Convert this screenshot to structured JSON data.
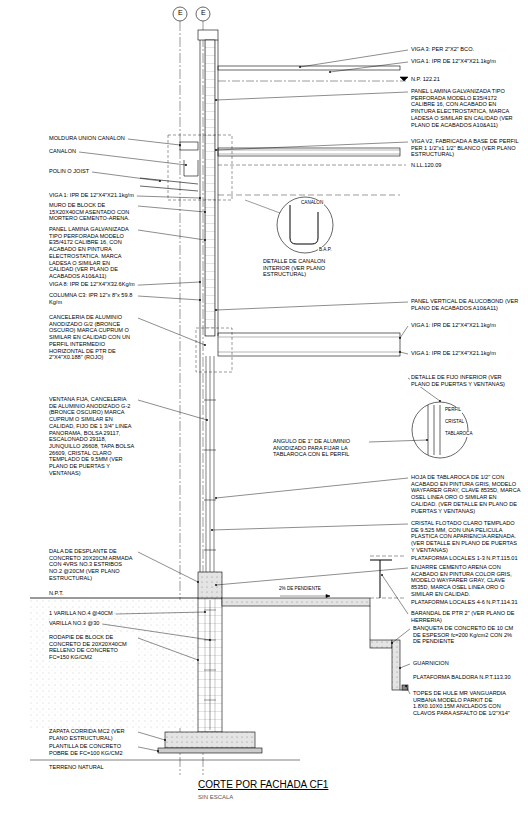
{
  "diagram": {
    "title": "CORTE POR FACHADA CF1",
    "caption": "SIN ESCALA",
    "labels": [
      "E",
      "E",
      "VIGA 3: PER 2\"X2\" BCO.",
      "VIGA 1: IPR DE 12\"X4\"X21.1kg/m",
      "N.P. 122.21",
      "PANEL LAMINA GALVANIZADA TIPO PERFORADA MODELO E35/4172 CALIBRE 16, CON ACABADO EN PINTURA ELECTROSTATICA, MARCA LADESA O SIMILAR EN CALIDAD (VER PLANO DE ACABADOS A10&A11)",
      "VIGA V2, FABRICADA A BASE DE PERFIL PER 1 1/2\"x1 1/2\" BLANCO (VER PLANO ESTRUCTURAL)",
      "N.LL.120.09",
      "CANALON",
      "B.A.P.",
      "DETALLE DE CANALON INTERIOR (VER PLANO ESTRUCTURAL)",
      "PANEL VERTICAL DE ALUCOBOND (VER PLANO DE ACABADOS A10&A11)",
      "VIGA 1: IPR DE 12\"X4\"X21.1kg/m",
      "VIGA 1: IPR DE 12\"X4\"X21.1kg/m",
      "DETALLE DE FIJO INFERIOR (VER PLANO DE PUERTAS Y VENTANAS)",
      "PERFIL",
      "CRISTAL",
      "TABLAROCA",
      "ANGULO DE 1\" DE ALUMINIO ANODIZADO PARA FIJAR LA TABLAROCA CON EL PERFIL",
      "HOJA DE TABLAROCA DE 1/2\" CON ACABADO EN PINTURA GRIS, MODELO WAYFARER GRAY, CLAVE 8535D, MARCA OSEL LINEA ORO O SIMILAR EN CALIDAD. (VER DETALLE EN PLANO DE PUERTAS Y VENTANAS)",
      "CRISTAL FLOTADO CLARO TEMPLADO DE 9.525 MM, CON UNA PELICULA PLASTICA CON APARIENCIA ARENADA. (VER DETALLE EN PLANO DE PUERTAS Y VENTANAS)",
      "PLATAFORMA LOCALES 1-3 N.P.T.115.01",
      "ENJARRE CEMENTO ARENA CON ACABADO EN PINTURA COLOR GRIS, MODELO WAYFARER GRAY, CLAVE 8535D, MARCA OSEL LINEA ORO O SIMILAR EN CALIDAD.",
      "PLATAFORMA LOCALES 4-6 N.P.T.114.31",
      "BARANDAL DE PTR 2\" (VER PLANO DE HERRERIA)",
      "BANQUETA DE CONCRETO DE 10 CM DE ESPESOR fc=200 Kg/cm2 CON 2% DE PENDIENTE",
      "GUARNICION",
      "PLATAFORMA BALDORA N.P.T.113.30",
      "TOPES DE HULE MR VANGUARDIA URBANA MODELO PARKIT DE 1.8X0.10X0.15M ANCLADOS CON CLAVOS PARA ASFALTO DE 1/2\"X14\"",
      "2% DE PENDIENTE",
      "MOLDURA UNION CANALON",
      "CANALON",
      "POLIN O JOIST",
      "VIGA 1: IPR DE 12\"X4\"X21.1kg/m",
      "MURO DE BLOCK DE 15X20X40CM ASENTADO CON MORTERO CEMENTO-ARENA.",
      "PANEL LAMINA GALVANIZADA TIPO PERFORADA MODELO E35/4172 CALIBRE 16, CON ACABADO EN PINTURA ELECTROSTATICA. MARCA LADESA O SIMILAR EN CALIDAD (VER PLANO DE ACABADOS A10&A11)",
      "VIGA 8: IPR DE 12\"X4\"X32.6Kg/m",
      "COLUMNA C3: IPR 12\"x 8\"x 59.8 Kg/m",
      "CANCELERIA DE ALUMINIO ANODIZADO G/2 (BRONCE OSCURO) MARCA CUPRUM O SIMILAR EN CALIDAD CON UN PERFIL INTERMEDIO HORIZONTAL DE PTR DE 2\"X4\"X0.188\" (ROJO)",
      "VENTANA FIJA, CANCELERIA DE ALUMINIO ANODIZADO G-2 (BRONCE OSCURO) MARCA CUPRUM O SIMILAR EN CALIDAD, FIJO DE 1 3/4\" LINEA PANORAMA, BOLSA 29117, ESCALONADO 29118, JUNQUILLO 26608, TAPA BOLSA 26609, CRISTAL CLARO TEMPLADO DE 9.5MM (VER PLANO DE PUERTAS Y VENTANAS)",
      "DALA DE DESPLANTE DE CONCRETO 20X20CM ARMADA CON 4VRS NO.3 ESTRIBOS NO.2 @20CM (VER PLANO ESTRUCTURAL)",
      "N.P.T.",
      "1 VARILLA NO.4 @40CM",
      "VARILLA NO.3 @30",
      "RODAPIE DE BLOCK DE CONCRETO DE 20X20X40CM RELLENO DE CONCRETO FC=150 KG/CM2",
      "ZAPATA CORRIDA MC2 (VER PLANO ESTRUCTURAL)",
      "PLANTILLA DE CONCRETO POBRE DE FC=100 KG/CM2",
      "TERRENO NATURAL"
    ]
  }
}
